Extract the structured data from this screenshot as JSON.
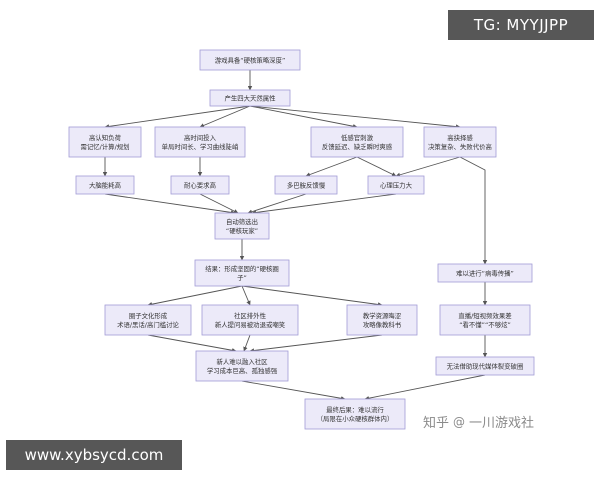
{
  "watermarks": {
    "tg": "TG: MYYJJPP",
    "website": "www.xybsycd.com",
    "zhihu_brand": "知乎",
    "zhihu_at": "@",
    "zhihu_author": "一川游戏社"
  },
  "colors": {
    "node_fill": "#eceaf9",
    "node_stroke": "#a19bd6",
    "edge": "#555555",
    "text": "#333333"
  },
  "nodes": [
    {
      "id": "root",
      "lines": [
        "游戏具备“硬核策略深度”"
      ]
    },
    {
      "id": "props",
      "lines": [
        "产生四大天然属性"
      ]
    },
    {
      "id": "high-cognitive",
      "lines": [
        "高认知负荷",
        "需记忆/计算/规划"
      ]
    },
    {
      "id": "high-time",
      "lines": [
        "高时间投入",
        "单局时间长、学习曲线陡峭"
      ]
    },
    {
      "id": "low-sensory",
      "lines": [
        "低感官刺激",
        "反馈延迟、缺乏瞬时爽感"
      ]
    },
    {
      "id": "high-decision",
      "lines": [
        "高抉择感",
        "决策复杂、失败代价高"
      ]
    },
    {
      "id": "brain-cost",
      "lines": [
        "大脑能耗高"
      ]
    },
    {
      "id": "patience",
      "lines": [
        "耐心要求高"
      ]
    },
    {
      "id": "dopamine",
      "lines": [
        "多巴胺反馈慢"
      ]
    },
    {
      "id": "pressure",
      "lines": [
        "心理压力大"
      ]
    },
    {
      "id": "filter",
      "lines": [
        "自动筛选出",
        "“硬核玩家”"
      ]
    },
    {
      "id": "result",
      "lines": [
        "结果：形成坚固的“硬核圈",
        "子”"
      ]
    },
    {
      "id": "spread",
      "lines": [
        "难以进行“病毒传播”"
      ]
    },
    {
      "id": "culture",
      "lines": [
        "圈子文化形成",
        "术语/黑话/高门槛讨论"
      ]
    },
    {
      "id": "exclusive",
      "lines": [
        "社区排外性",
        "新人提问易被劝退或嘲笑"
      ]
    },
    {
      "id": "tutorial",
      "lines": [
        "教学资源晦涩",
        "攻略像教科书"
      ]
    },
    {
      "id": "stream",
      "lines": [
        "直播/短视频效果差",
        "“看不懂”“不够炫”"
      ]
    },
    {
      "id": "newbie",
      "lines": [
        "新人难以融入社区",
        "学习成本巨高、孤独感强"
      ]
    },
    {
      "id": "media",
      "lines": [
        "无法借助现代媒体裂变破圈"
      ]
    },
    {
      "id": "final",
      "lines": [
        "最终后果：难以流行",
        "（局限在小众硬核群体内）"
      ]
    }
  ]
}
